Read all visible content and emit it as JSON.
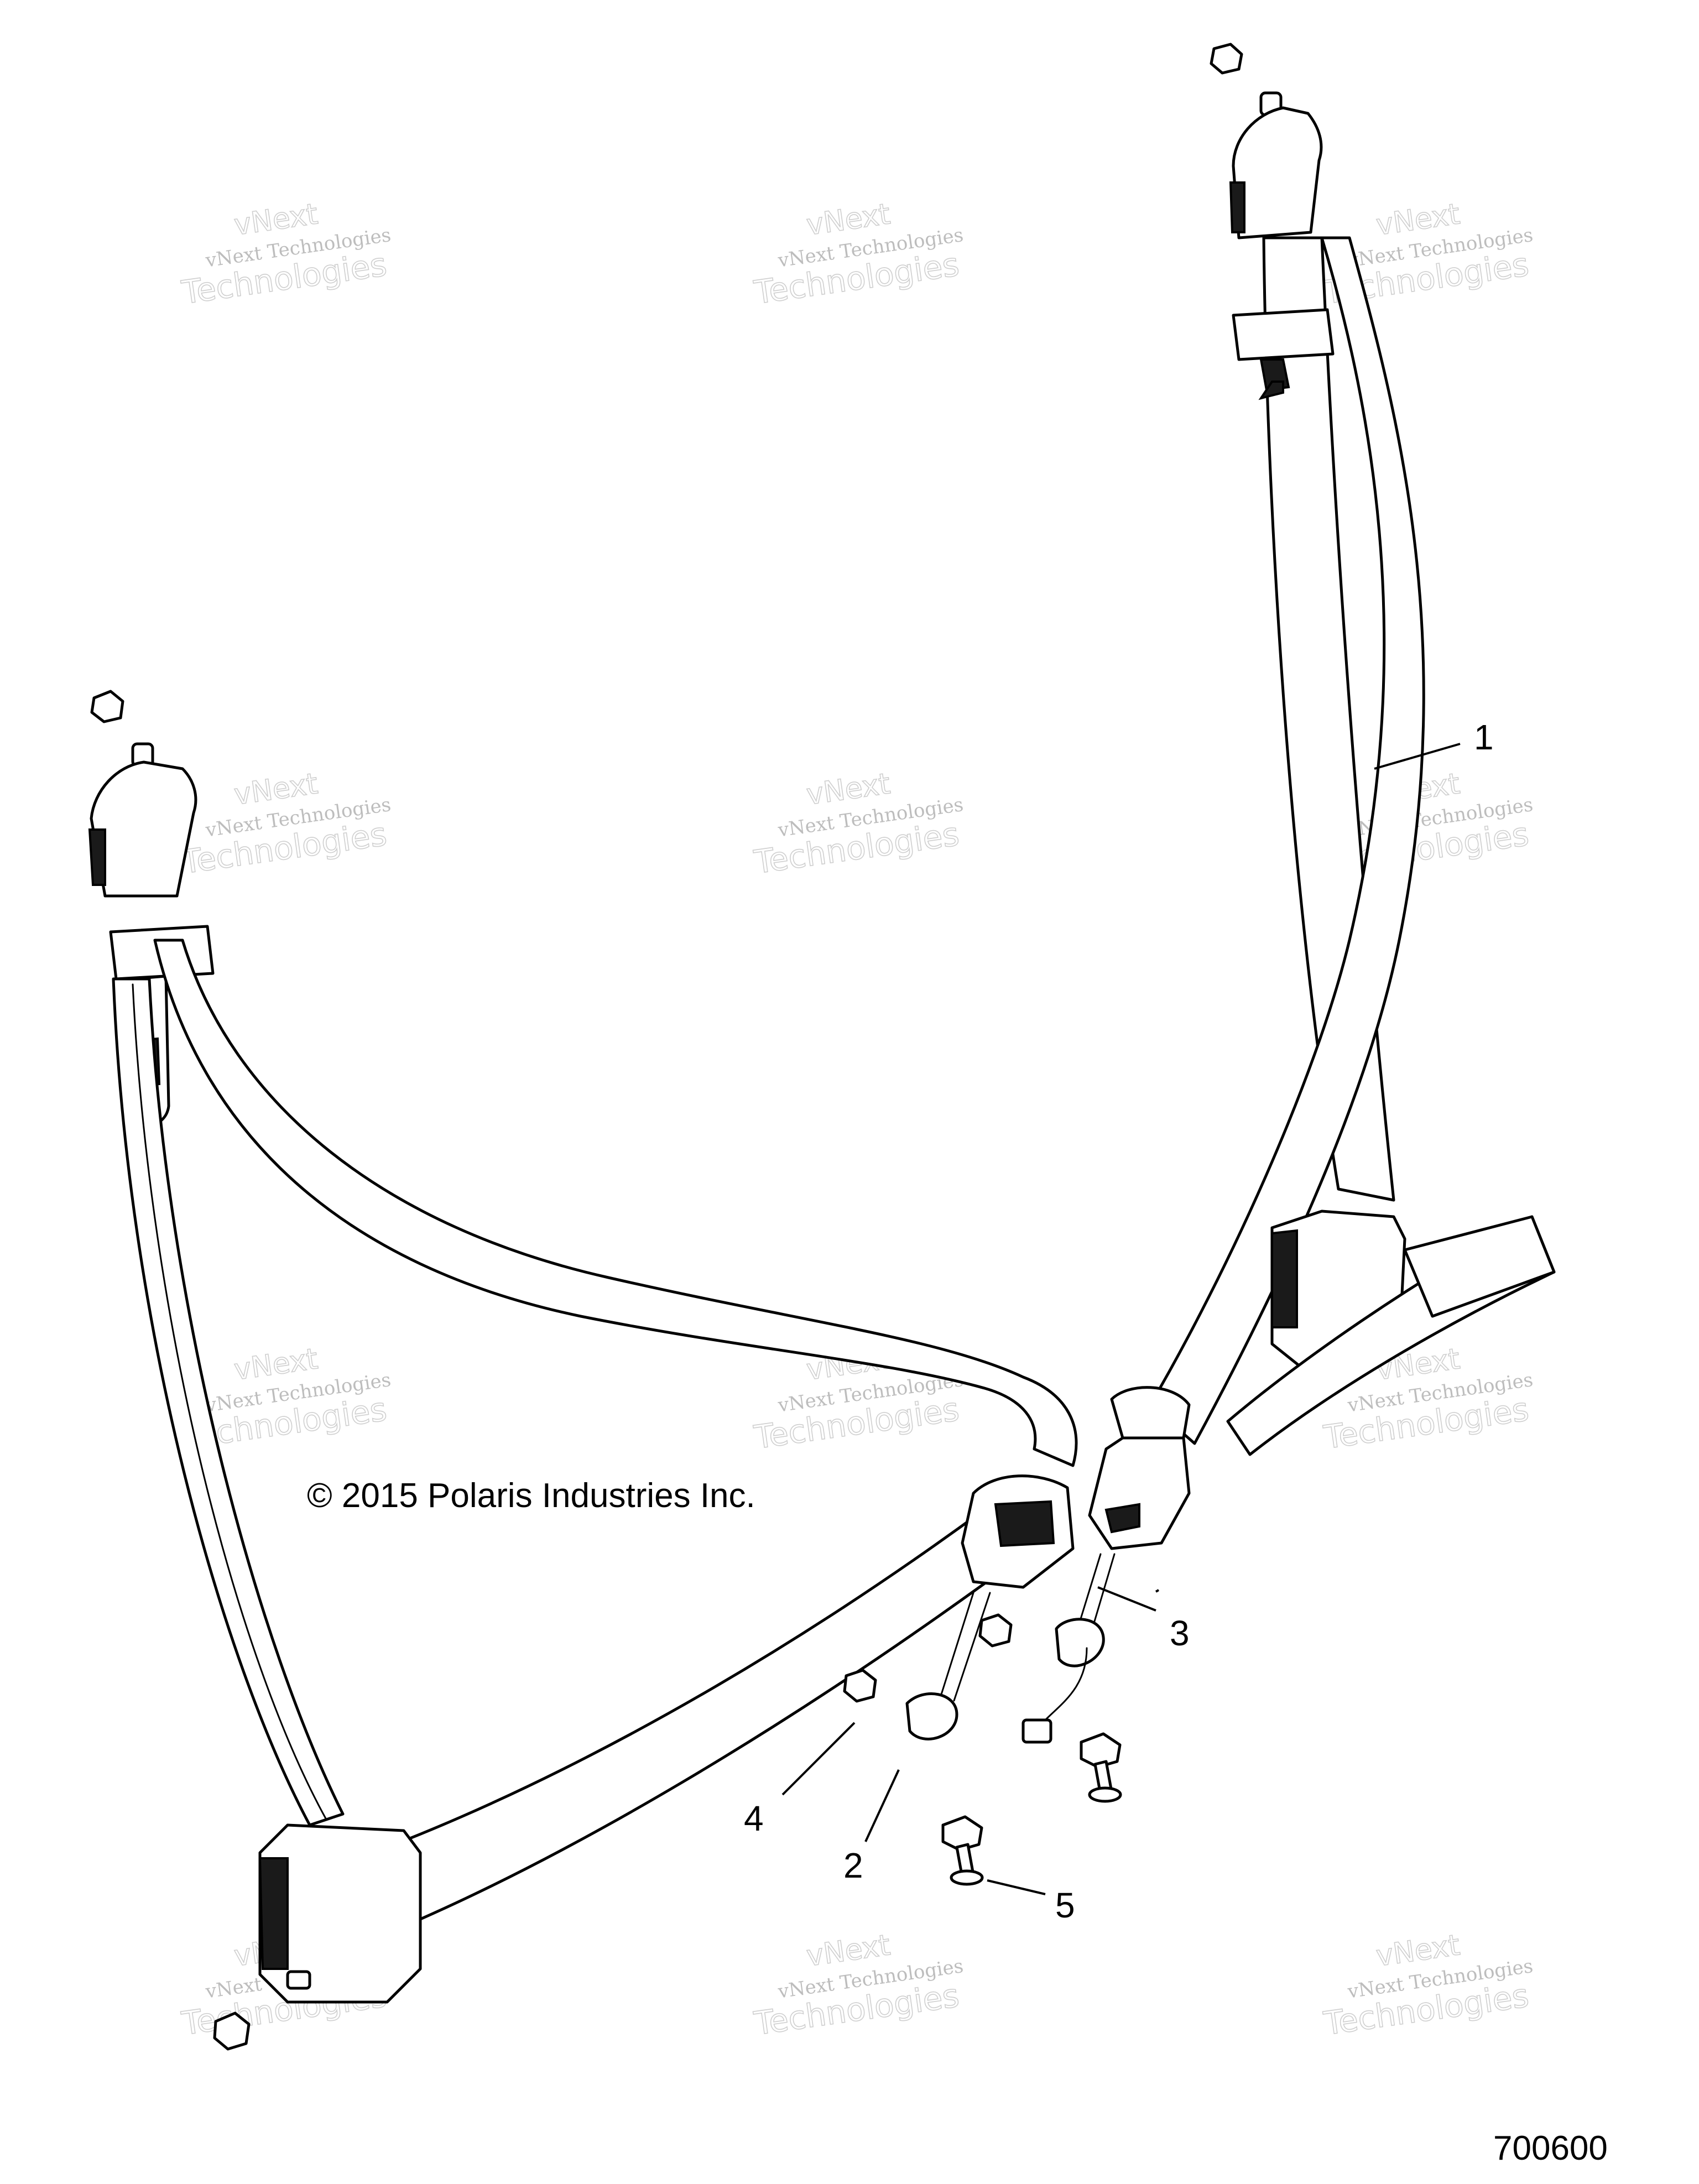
{
  "diagram": {
    "copyright": "© 2015 Polaris Industries Inc.",
    "diagram_id": "700600",
    "callouts": [
      "1",
      "2",
      "3",
      "4",
      "5"
    ],
    "watermark": {
      "line0": "vNext",
      "line1": "vNext Technologies",
      "line2": "Technologies"
    }
  }
}
